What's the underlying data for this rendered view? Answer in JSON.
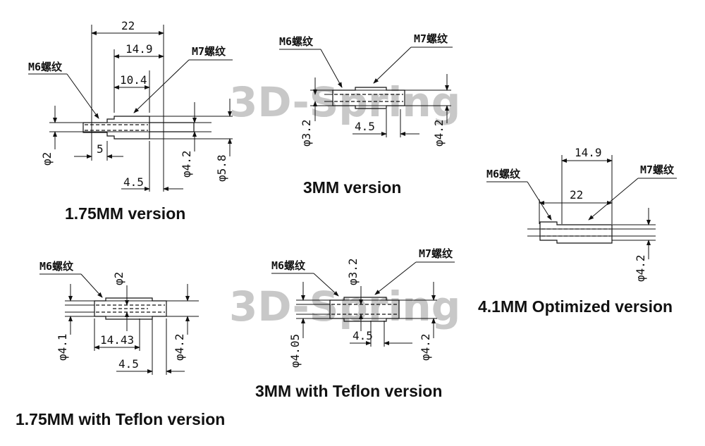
{
  "watermark": "3D-Spring",
  "drawings": {
    "v175": {
      "caption": "1.75MM version",
      "thread_left": "M6螺纹",
      "thread_right": "M7螺纹",
      "dims": {
        "len22": "22",
        "len149": "14.9",
        "len104": "10.4",
        "len5": "5",
        "len45": "4.5",
        "d2": "φ2",
        "d42": "φ4.2",
        "d58": "φ5.8"
      }
    },
    "v3": {
      "caption": "3MM version",
      "thread_left": "M6螺纹",
      "thread_right": "M7螺纹",
      "dims": {
        "len45": "4.5",
        "d32": "φ3.2",
        "d42": "φ4.2"
      }
    },
    "v41": {
      "caption": "4.1MM Optimized version",
      "thread_left": "M6螺纹",
      "thread_right": "M7螺纹",
      "dims": {
        "len149": "14.9",
        "len22": "22",
        "d42": "φ4.2"
      }
    },
    "v175t": {
      "caption": "1.75MM with Teflon version",
      "thread_left": "M6螺纹",
      "dims": {
        "d2": "φ2",
        "d41": "φ4.1",
        "len1443": "14.43",
        "len45": "4.5",
        "d42": "φ4.2"
      }
    },
    "v3t": {
      "caption": "3MM with Teflon version",
      "thread_left": "M6螺纹",
      "thread_right": "M7螺纹",
      "dims": {
        "d32": "φ3.2",
        "d405": "φ4.05",
        "len45": "4.5",
        "d42": "φ4.2"
      }
    }
  }
}
